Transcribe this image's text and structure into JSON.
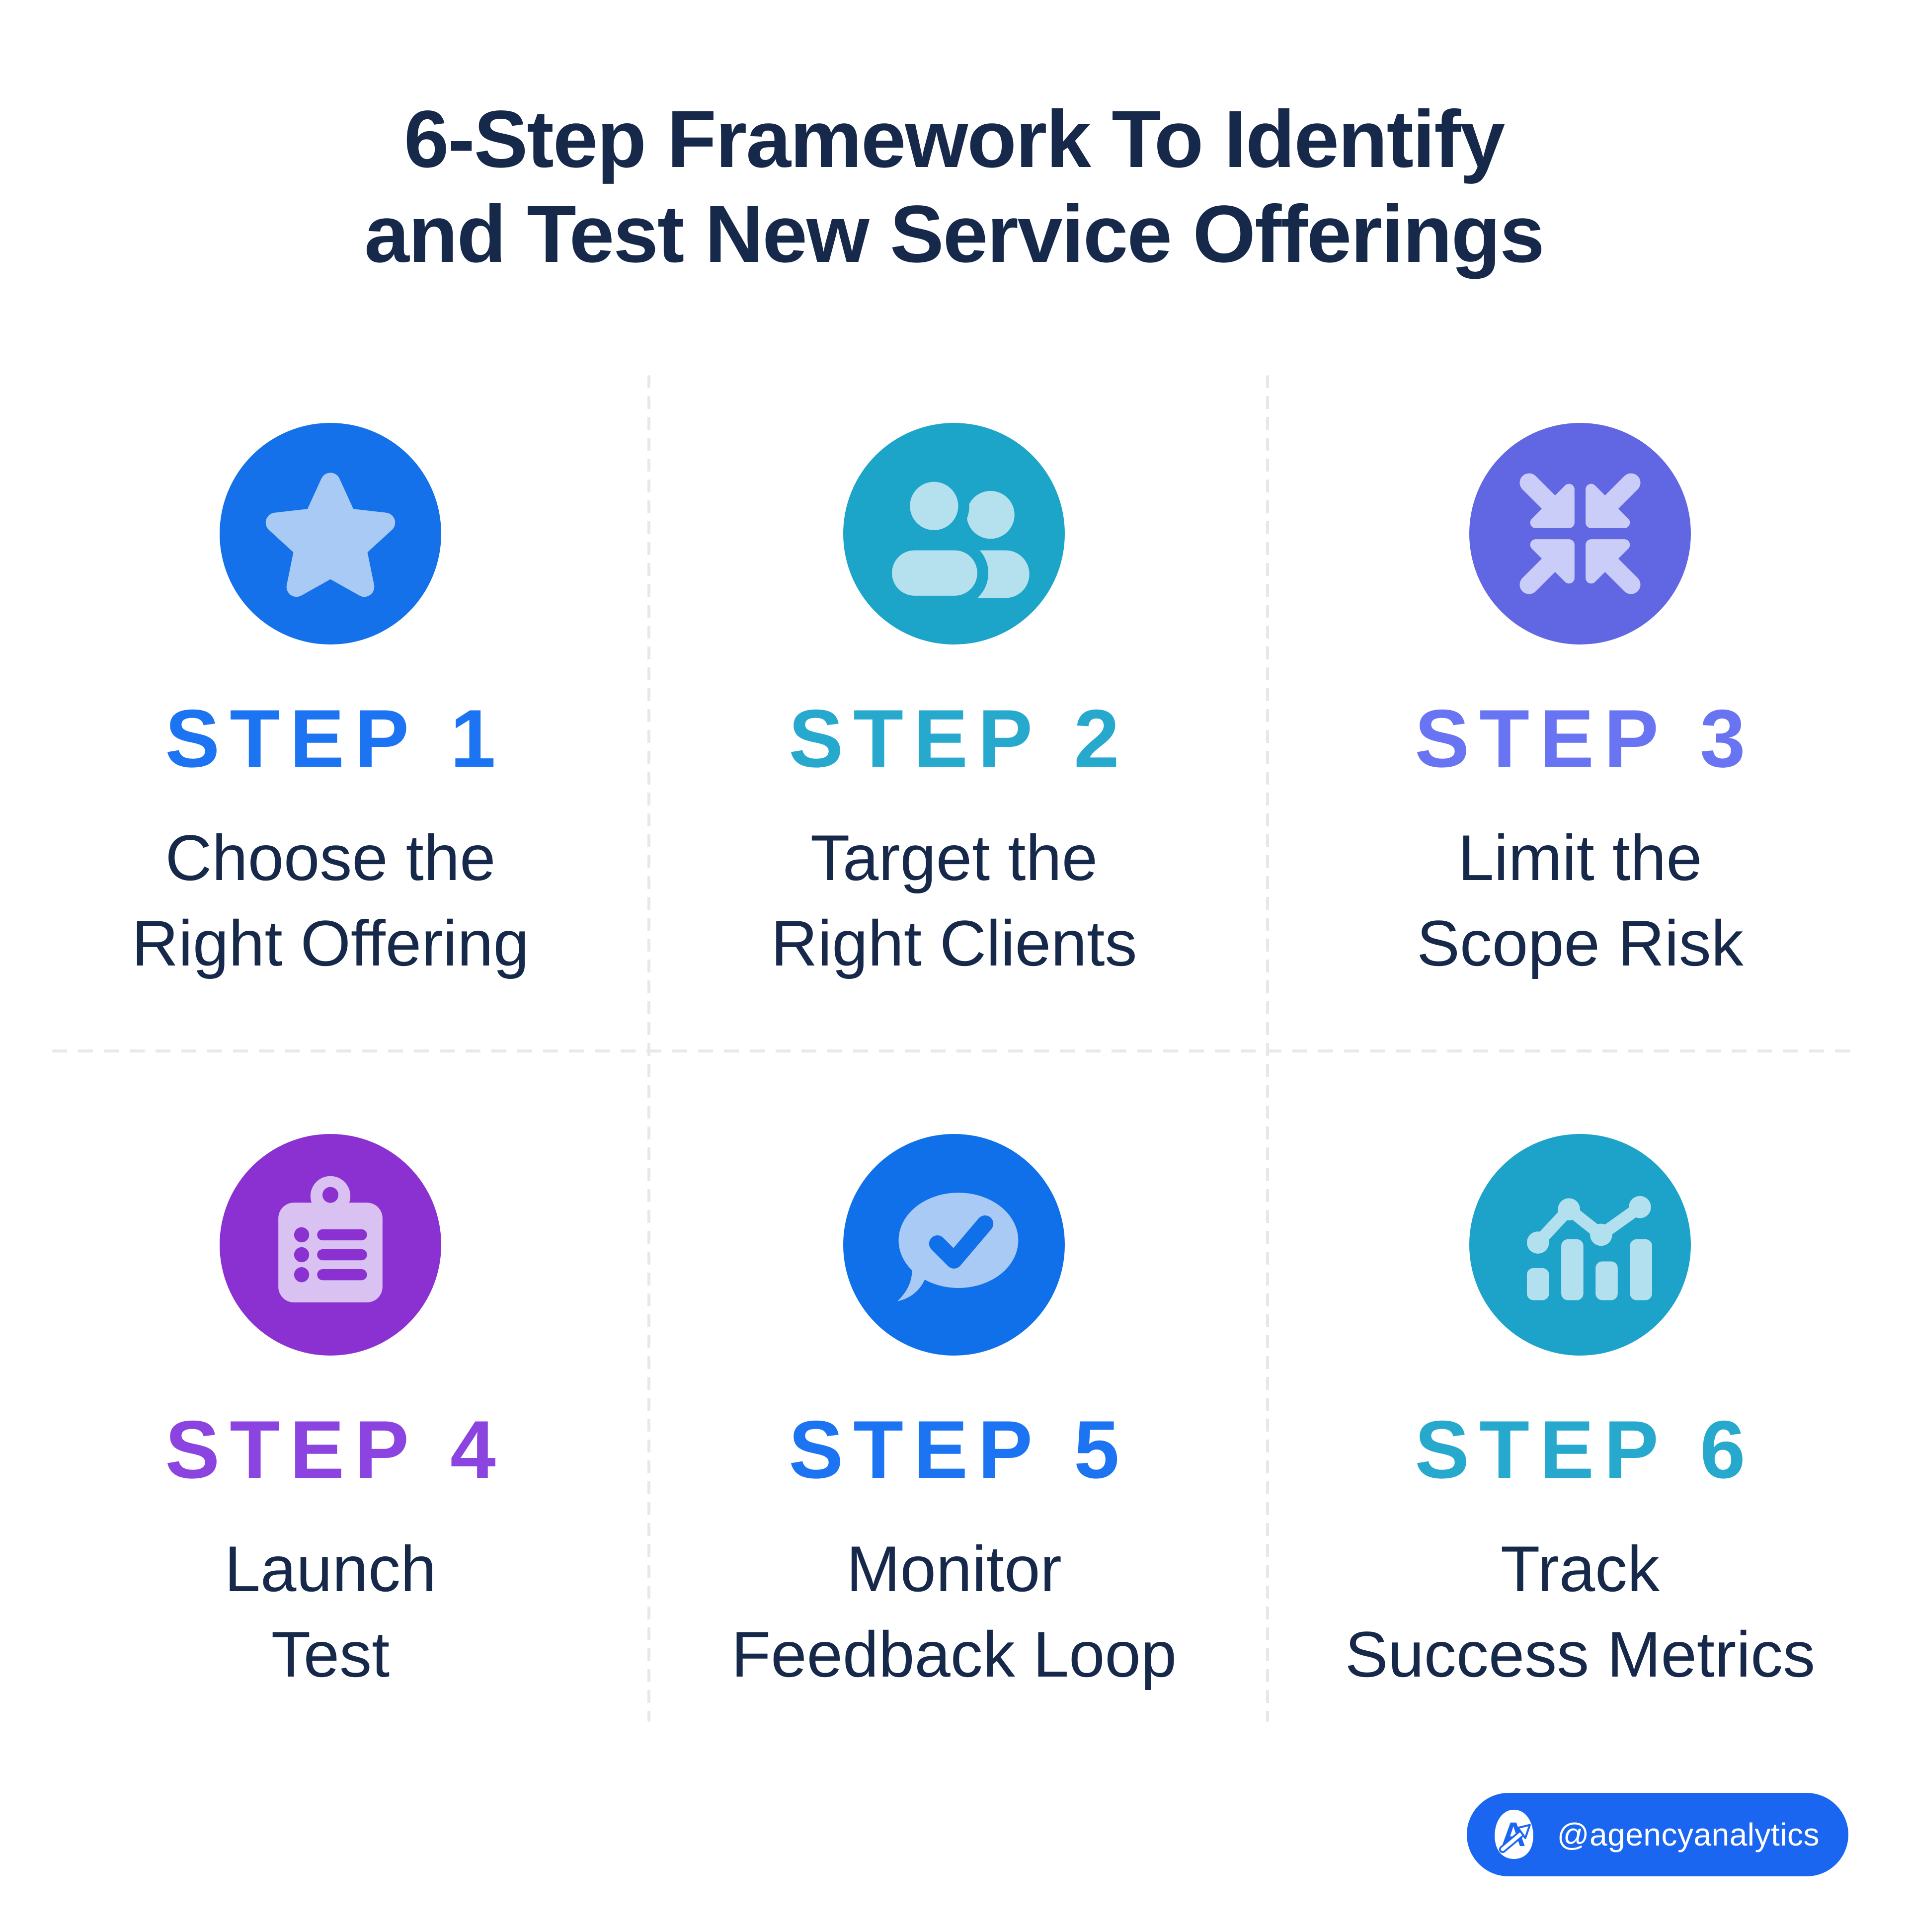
{
  "header": {
    "title_line1": "6-Step Framework To Identify",
    "title_line2": "and Test New Service Offerings",
    "text_color": "#17294A"
  },
  "steps": [
    {
      "label": "STEP 1",
      "title_line1": "Choose the",
      "title_line2": "Right Offering",
      "accent_color": "#1C74F3",
      "icon": "star-icon",
      "icon_bg_color": "#1571E9",
      "icon_fg_color": "#A8CAF4"
    },
    {
      "label": "STEP 2",
      "title_line1": "Target the",
      "title_line2": "Right Clients",
      "accent_color": "#27A9CE",
      "icon": "users-icon",
      "icon_bg_color": "#1DA4C9",
      "icon_fg_color": "#B5E0EE"
    },
    {
      "label": "STEP 3",
      "title_line1": "Limit the",
      "title_line2": "Scope Risk",
      "accent_color": "#6974F2",
      "icon": "collapse-arrows-icon",
      "icon_bg_color": "#6167E3",
      "icon_fg_color": "#C9CDF7"
    },
    {
      "label": "STEP 4",
      "title_line1": "Launch",
      "title_line2": "Test",
      "accent_color": "#8B44E0",
      "icon": "clipboard-list-icon",
      "icon_bg_color": "#8C31D1",
      "icon_fg_color": "#D9C2F1"
    },
    {
      "label": "STEP 5",
      "title_line1": "Monitor",
      "title_line2": "Feedback Loop",
      "accent_color": "#1C74F3",
      "icon": "chat-check-icon",
      "icon_bg_color": "#0F70EA",
      "icon_fg_color": "#A8CAF4"
    },
    {
      "label": "STEP 6",
      "title_line1": "Track",
      "title_line2": "Success Metrics",
      "accent_color": "#27A9CE",
      "icon": "bar-chart-trend-icon",
      "icon_bg_color": "#1DA3C9",
      "icon_fg_color": "#B3E0EE"
    }
  ],
  "footer_badge": {
    "handle": "@agencyanalytics",
    "bg_color": "#1B66F1",
    "text_color": "#FFFFFF",
    "logo": "agencyanalytics-logo"
  },
  "divider_color": "#E7E8EA"
}
